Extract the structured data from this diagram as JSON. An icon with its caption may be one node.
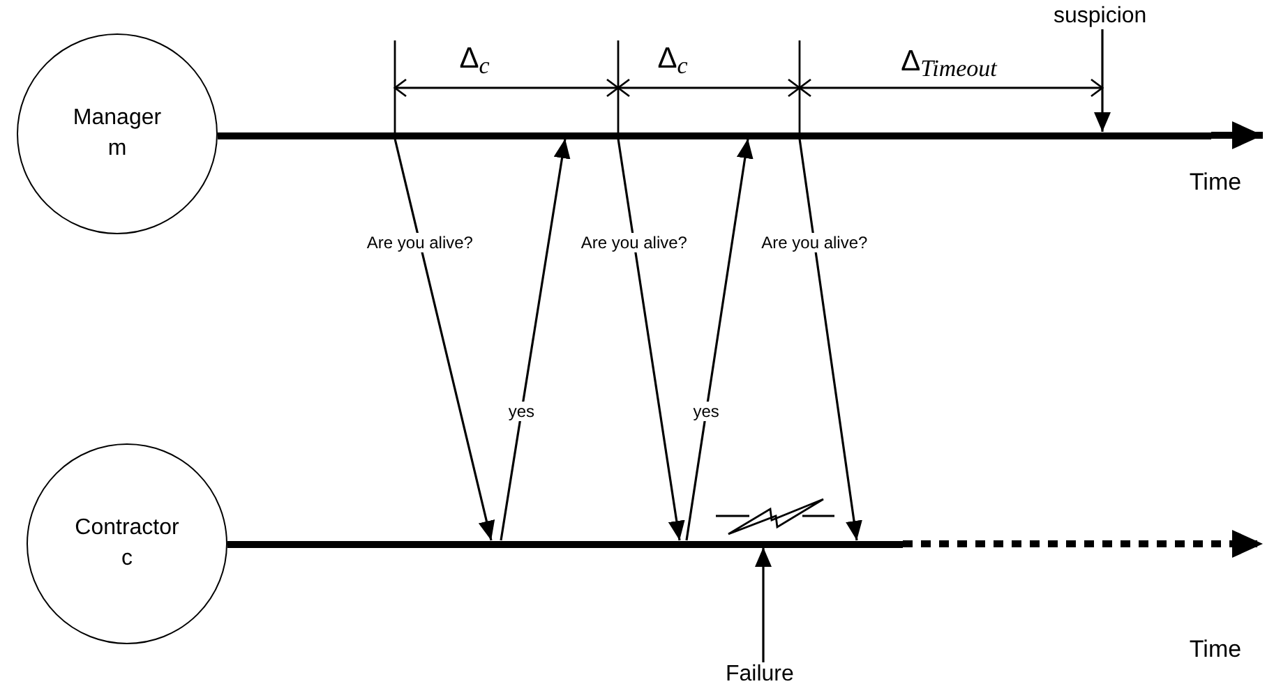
{
  "diagram": {
    "nodes": [
      {
        "text": [
          "Manager m"
        ]
      },
      {
        "text": [
          "Contractor c"
        ]
      },
      {
        "text": [],
        "shape": "bar"
      },
      {
        "text": [],
        "shape": "bar"
      },
      {
        "text": [
          "suspicion"
        ]
      },
      {
        "text": [
          "Failure"
        ]
      }
    ],
    "edges": [
      {
        "from": 2,
        "to": 3,
        "arrow": "to",
        "label": "Are you alive?"
      },
      {
        "from": 3,
        "to": 2,
        "arrow": "to",
        "label": "yes"
      },
      {
        "from": 2,
        "to": 3,
        "arrow": "to",
        "label": "Are you alive?"
      },
      {
        "from": 3,
        "to": 2,
        "arrow": "to",
        "label": "yes"
      },
      {
        "from": 2,
        "to": 3,
        "arrow": "to",
        "label": "Are you alive?"
      },
      {
        "from": 4,
        "to": 2,
        "arrow": "to"
      },
      {
        "from": 5,
        "to": 3,
        "arrow": "to"
      },
      {
        "from": 2,
        "to": null,
        "arrow": "to",
        "style": "thick"
      },
      {
        "from": 3,
        "to": null,
        "arrow": "to",
        "style": "dashed"
      }
    ],
    "labels": [
      "Δ$_{c}$",
      "Δ$_{c}$",
      "Δ$_{Timeout}$",
      "Time",
      "Time"
    ]
  }
}
